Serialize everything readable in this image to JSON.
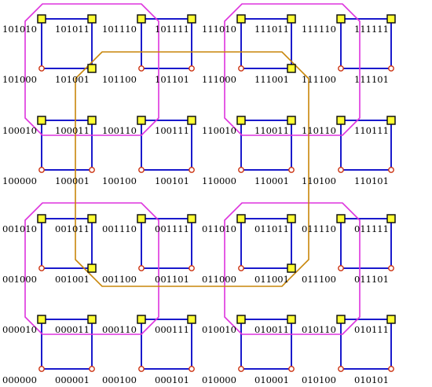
{
  "groups": [
    {
      "labels": [
        "101010",
        "101011",
        "101000",
        "101001"
      ],
      "marks": [
        "square",
        "square",
        "circle",
        "square"
      ]
    },
    {
      "labels": [
        "101110",
        "101111",
        "101100",
        "101101"
      ],
      "marks": [
        "square",
        "square",
        "circle",
        "circle"
      ]
    },
    {
      "labels": [
        "111010",
        "111011",
        "111000",
        "111001"
      ],
      "marks": [
        "square",
        "square",
        "circle",
        "square"
      ]
    },
    {
      "labels": [
        "111110",
        "111111",
        "111100",
        "111101"
      ],
      "marks": [
        "square",
        "square",
        "circle",
        "circle"
      ]
    },
    {
      "labels": [
        "100010",
        "100011",
        "100000",
        "100001"
      ],
      "marks": [
        "square",
        "square",
        "circle",
        "circle"
      ]
    },
    {
      "labels": [
        "100110",
        "100111",
        "100100",
        "100101"
      ],
      "marks": [
        "square",
        "square",
        "circle",
        "circle"
      ]
    },
    {
      "labels": [
        "110010",
        "110011",
        "110000",
        "110001"
      ],
      "marks": [
        "square",
        "square",
        "circle",
        "circle"
      ]
    },
    {
      "labels": [
        "110110",
        "110111",
        "110100",
        "110101"
      ],
      "marks": [
        "square",
        "square",
        "circle",
        "circle"
      ]
    },
    {
      "labels": [
        "001010",
        "001011",
        "001000",
        "001001"
      ],
      "marks": [
        "square",
        "square",
        "circle",
        "square"
      ]
    },
    {
      "labels": [
        "001110",
        "001111",
        "001100",
        "001101"
      ],
      "marks": [
        "square",
        "square",
        "circle",
        "circle"
      ]
    },
    {
      "labels": [
        "011010",
        "011011",
        "011000",
        "011001"
      ],
      "marks": [
        "square",
        "square",
        "circle",
        "square"
      ]
    },
    {
      "labels": [
        "011110",
        "011111",
        "011100",
        "011101"
      ],
      "marks": [
        "square",
        "square",
        "circle",
        "circle"
      ]
    },
    {
      "labels": [
        "000010",
        "000011",
        "000000",
        "000001"
      ],
      "marks": [
        "square",
        "square",
        "circle",
        "circle"
      ]
    },
    {
      "labels": [
        "000110",
        "000111",
        "000100",
        "000101"
      ],
      "marks": [
        "square",
        "square",
        "circle",
        "circle"
      ]
    },
    {
      "labels": [
        "010010",
        "010011",
        "010000",
        "010001"
      ],
      "marks": [
        "square",
        "square",
        "circle",
        "circle"
      ]
    },
    {
      "labels": [
        "010110",
        "010111",
        "010100",
        "010101"
      ],
      "marks": [
        "square",
        "square",
        "circle",
        "circle"
      ]
    }
  ],
  "colors": {
    "edge": "#1a1acc",
    "cycle_magenta": "#dd33dd",
    "cycle_orange": "#c8860a",
    "square_fill": "#ffff33",
    "circle_stroke": "#cc3311"
  }
}
